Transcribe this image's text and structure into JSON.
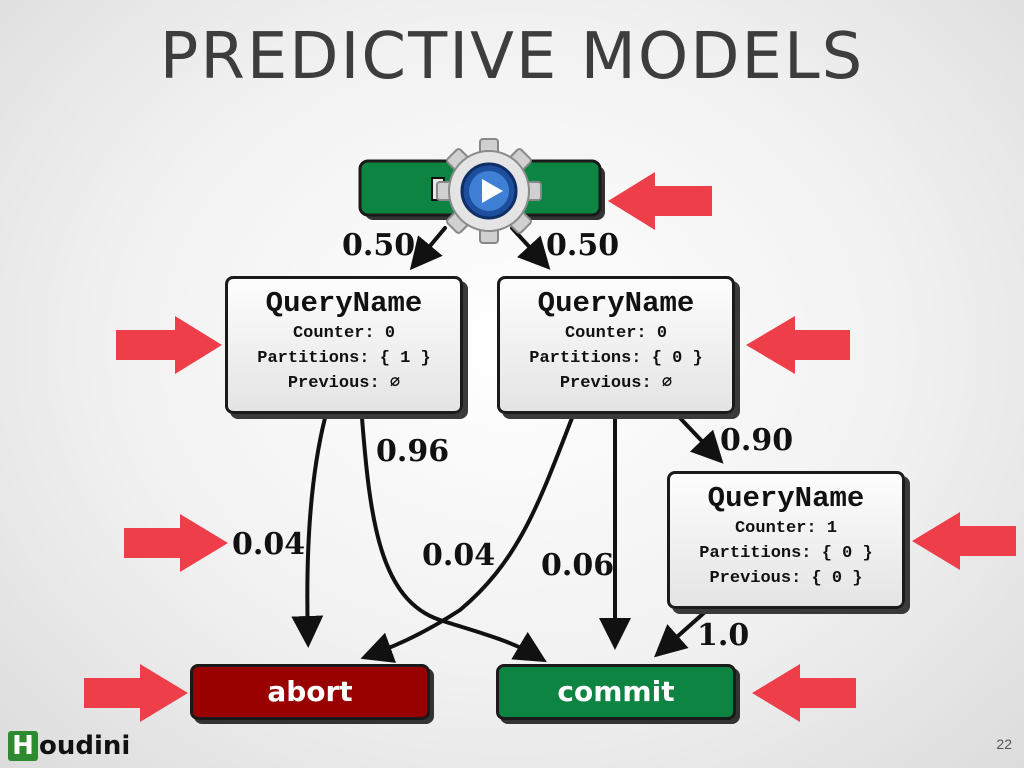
{
  "slide": {
    "title": "PREDICTIVE MODELS",
    "page_number": "22"
  },
  "logo": {
    "initial": "H",
    "rest": "oudini"
  },
  "start_box": {
    "label": ""
  },
  "queries": [
    {
      "name": "QueryName",
      "counter_label": "Counter:",
      "counter": "0",
      "partitions_label": "Partitions:",
      "partitions": "{ 1 }",
      "previous_label": "Previous:",
      "previous": "∅"
    },
    {
      "name": "QueryName",
      "counter_label": "Counter:",
      "counter": "0",
      "partitions_label": "Partitions:",
      "partitions": "{ 0 }",
      "previous_label": "Previous:",
      "previous": "∅"
    },
    {
      "name": "QueryName",
      "counter_label": "Counter:",
      "counter": "1",
      "partitions_label": "Partitions:",
      "partitions": "{ 0 }",
      "previous_label": "Previous:",
      "previous": "{ 0 }"
    }
  ],
  "terminals": {
    "abort": "abort",
    "commit": "commit"
  },
  "probabilities": {
    "start_left": "0.50",
    "start_right": "0.50",
    "q1_commit": "0.96",
    "q1_abort": "0.04",
    "q2_abort": "0.04",
    "q2_commit": "0.06",
    "q2_q3": "0.90",
    "q3_commit": "1.0"
  },
  "colors": {
    "start_green": "#0d8442",
    "commit_green": "#0d8442",
    "abort_red": "#990000",
    "pointer_red": "#ee3e4a",
    "title_gray": "#3d3d3d"
  },
  "icons": [
    "gear-play-icon",
    "pointer-arrow-icon",
    "houdini-logo"
  ]
}
